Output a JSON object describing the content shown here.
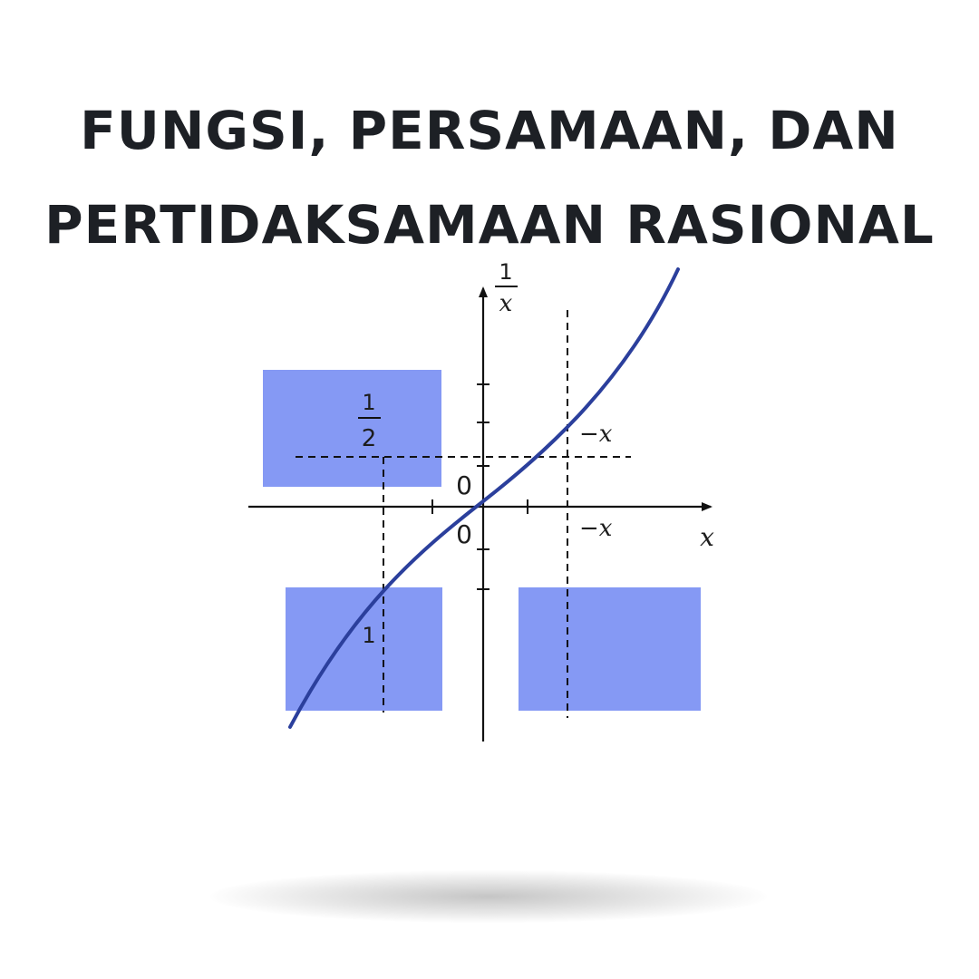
{
  "title": {
    "line1": "FUNGSI, PERSAMAAN, DAN",
    "line2": "PERTIDAKSAMAAN RASIONAL"
  },
  "diagram": {
    "y_axis_label": {
      "numerator": "1",
      "denominator": "x"
    },
    "x_axis_label": "x",
    "half_label": {
      "numerator": "1",
      "denominator": "2"
    },
    "zero_upper": "0",
    "zero_lower": "0",
    "minus_x_upper": "−x",
    "minus_x_lower": "−x",
    "one_label": "1"
  },
  "colors": {
    "title": "#1d2025",
    "curve": "#2b3f9c",
    "region_fill": "#8599f4",
    "axis": "#111111"
  }
}
